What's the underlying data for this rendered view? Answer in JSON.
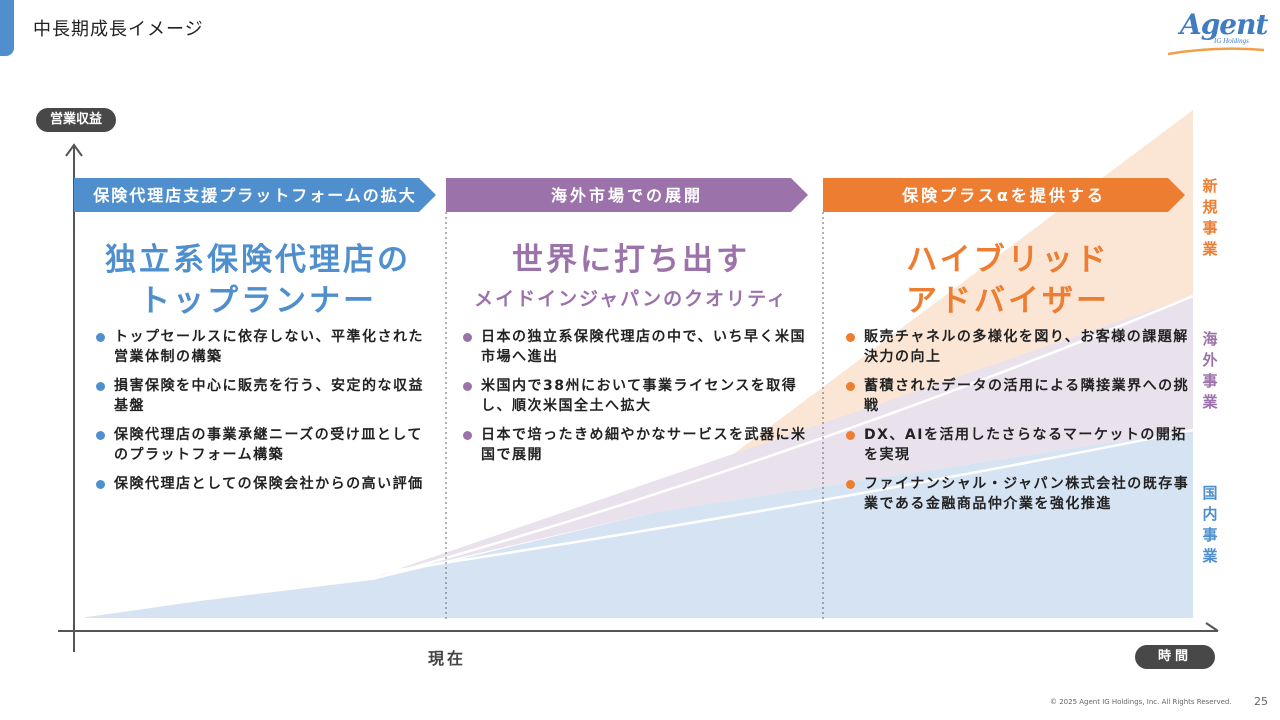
{
  "page": {
    "title": "中長期成長イメージ",
    "page_number": "25",
    "copyright": "© 2025 Agent IG Holdings, Inc. All Rights Reserved."
  },
  "logo": {
    "word": "Agent",
    "sub": "IG Holdings"
  },
  "axes": {
    "y_label": "営業収益",
    "x_label": "時間",
    "now_label": "現在"
  },
  "columns": [
    {
      "banner": "保険代理店支援プラットフォームの拡大",
      "heading_lines": [
        "独立系保険代理店の",
        "トップランナー"
      ],
      "subheading": "",
      "bullets": [
        "トップセールスに依存しない、平準化された営業体制の構築",
        "損害保険を中心に販売を行う、安定的な収益基盤",
        "保険代理店の事業承継ニーズの受け皿としてのプラットフォーム構築",
        "保険代理店としての保険会社からの高い評価"
      ]
    },
    {
      "banner": "海外市場での展開",
      "heading_lines": [
        "世界に打ち出す"
      ],
      "subheading": "メイドインジャパンのクオリティ",
      "bullets": [
        "日本の独立系保険代理店の中で、いち早く米国市場へ進出",
        "米国内で38州において事業ライセンスを取得し、順次米国全土へ拡大",
        "日本で培ったきめ細やかなサービスを武器に米国で展開"
      ]
    },
    {
      "banner": "保険プラスαを提供する",
      "heading_lines": [
        "ハイブリッド",
        "アドバイザー"
      ],
      "subheading": "",
      "bullets": [
        "販売チャネルの多様化を図り、お客様の課題解決力の向上",
        "蓄積されたデータの活用による隣接業界への挑戦",
        "DX、AIを活用したさらなるマーケットの開拓を実現",
        "ファイナンシャル・ジャパン株式会社の既存事業である金融商品仲介業を強化推進"
      ]
    }
  ],
  "segments": [
    "新規事業",
    "海外事業",
    "国内事業"
  ],
  "colors": {
    "domestic": "#4f8fcd",
    "overseas": "#9c72ab",
    "new": "#ed7d31"
  }
}
